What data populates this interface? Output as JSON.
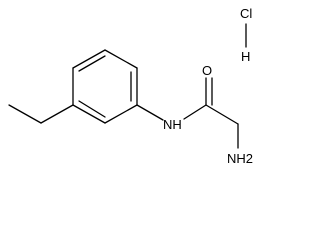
{
  "molecule": {
    "atoms": {
      "carbonyl_oxygen": "O",
      "amide_nitrogen": "NH",
      "amine": "NH2",
      "hcl_chlorine": "Cl",
      "hcl_hydrogen": "H"
    }
  }
}
